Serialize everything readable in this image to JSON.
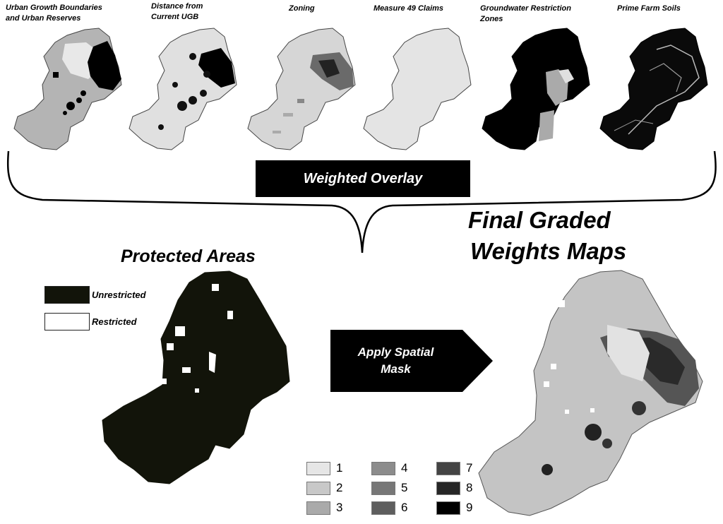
{
  "top_maps": [
    {
      "title": "Urban Growth Boundaries\nand Urban Reserves",
      "fill": "#b4b4b4"
    },
    {
      "title": "Distance from\nCurrent UGB",
      "fill": "#e0e0e0"
    },
    {
      "title": "Zoning",
      "fill": "#d6d6d6"
    },
    {
      "title": "Measure 49 Claims",
      "fill": "#e4e4e4"
    },
    {
      "title": "Groundwater Restriction\nZones",
      "fill": "#000000"
    },
    {
      "title": "Prime Farm Soils",
      "fill": "#0a0a0a"
    }
  ],
  "overlay_label": "Weighted Overlay",
  "protected": {
    "title": "Protected Areas",
    "fill": "#12140a",
    "legend": [
      {
        "label": "Unrestricted",
        "color": "#12140a"
      },
      {
        "label": "Restricted",
        "color": "#ffffff"
      }
    ]
  },
  "mask_label": "Apply Spatial\nMask",
  "final": {
    "title_line1": "Final Graded",
    "title_line2": "Weights Maps",
    "fill": "#c4c4c4"
  },
  "weights_legend": [
    {
      "label": "1",
      "color": "#e6e6e6"
    },
    {
      "label": "2",
      "color": "#c8c8c8"
    },
    {
      "label": "3",
      "color": "#aaaaaa"
    },
    {
      "label": "4",
      "color": "#8c8c8c"
    },
    {
      "label": "5",
      "color": "#777777"
    },
    {
      "label": "6",
      "color": "#5e5e5e"
    },
    {
      "label": "7",
      "color": "#444444"
    },
    {
      "label": "8",
      "color": "#262626"
    },
    {
      "label": "9",
      "color": "#000000"
    }
  ]
}
